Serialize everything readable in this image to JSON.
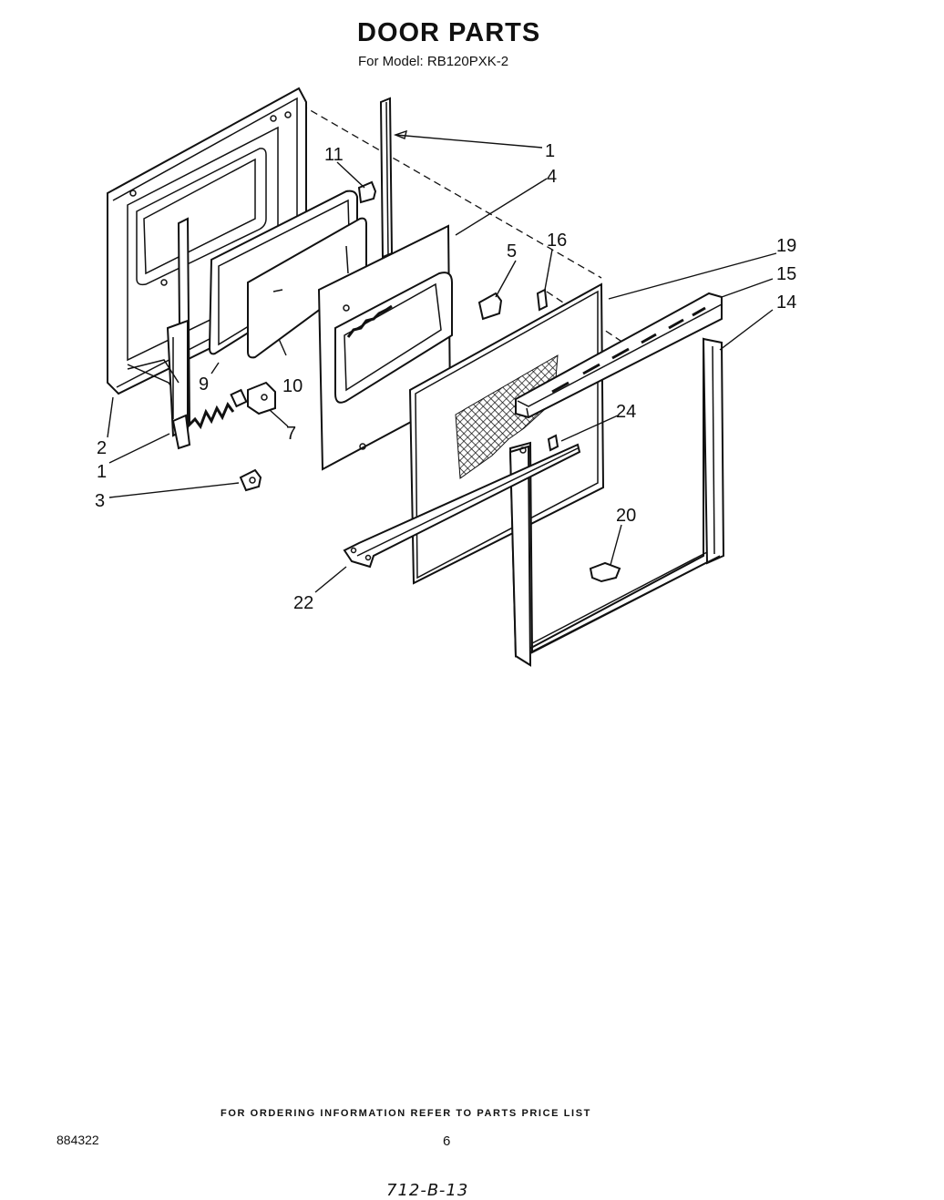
{
  "header": {
    "title": "DOOR PARTS",
    "model_line": "For Model: RB120PXK-2"
  },
  "callouts": {
    "c1_top": "1",
    "c4": "4",
    "c11": "11",
    "c16": "16",
    "c5": "5",
    "c19": "19",
    "c15": "15",
    "c14": "14",
    "c9": "9",
    "c10": "10",
    "c2": "2",
    "c1_left": "1",
    "c7": "7",
    "c3": "3",
    "c24": "24",
    "c20": "20",
    "c22": "22"
  },
  "footer": {
    "ordering_note": "FOR ORDERING INFORMATION REFER TO PARTS PRICE LIST",
    "document_number": "884322",
    "page_number": "6",
    "handwritten_note": "712-B-13"
  }
}
